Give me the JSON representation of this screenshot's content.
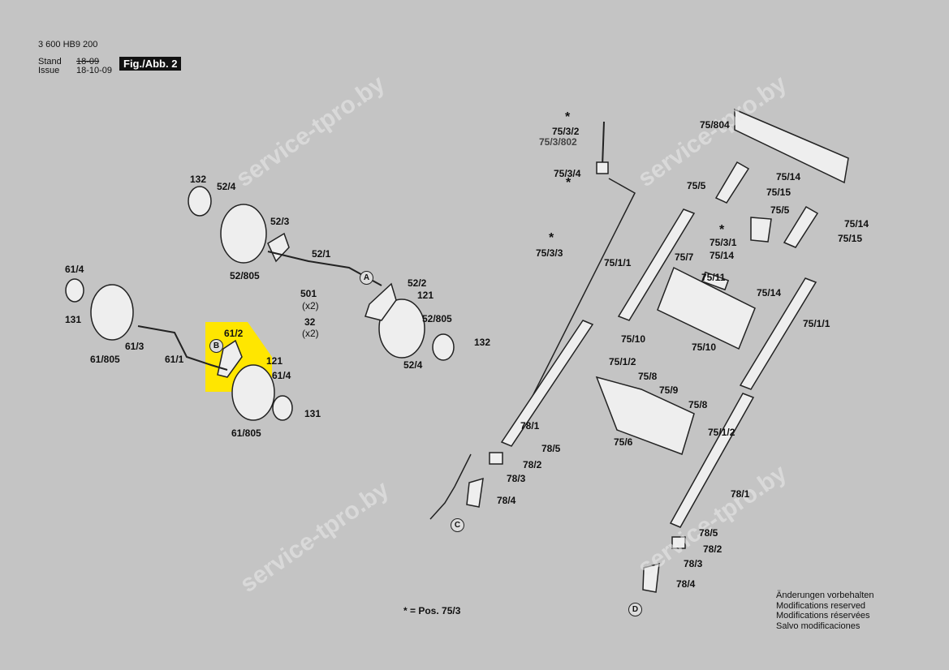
{
  "header": {
    "part_number": "3 600 HB9 200",
    "stand_label": "Stand",
    "issue_label": "Issue",
    "old_date": "18-09",
    "date": "18-10-09",
    "figure": "Fig./Abb. 2"
  },
  "labels": [
    "132",
    "52/4",
    "52/3",
    "52/1",
    "52/805",
    "61/4",
    "131",
    "61/805",
    "61/3",
    "61/1",
    "61/2",
    "121",
    "61/4",
    "61/805",
    "131",
    "501",
    "(x2)",
    "32",
    "(x2)",
    "52/2",
    "121",
    "52/805",
    "132",
    "52/4",
    "75/3/2",
    "75/3/802",
    "75/3/4",
    "75/3/3",
    "75/804",
    "75/14",
    "75/5",
    "75/15",
    "75/5",
    "75/14",
    "75/15",
    "75/3/1",
    "75/14",
    "75/1/1",
    "75/7",
    "75/11",
    "75/14",
    "75/1/1",
    "75/10",
    "75/10",
    "75/1/2",
    "75/8",
    "75/9",
    "75/8",
    "75/6",
    "75/1/2",
    "78/1",
    "78/5",
    "78/2",
    "78/3",
    "78/4",
    "78/1",
    "78/5",
    "78/2",
    "78/3",
    "78/4"
  ],
  "markers": {
    "a": "A",
    "b": "B",
    "c": "C",
    "d": "D"
  },
  "star_note": "* = Pos. 75/3",
  "notes": [
    "Änderungen vorbehalten",
    "Modifications reserved",
    "Modifications réservées",
    "Salvo modificaciones"
  ],
  "watermark": "service-tpro.by",
  "highlight_color": "#ffe600"
}
